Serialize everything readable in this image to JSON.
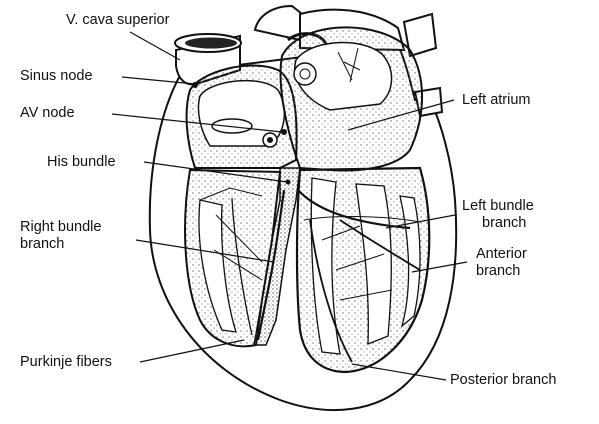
{
  "labels": {
    "vena_cava_superior": "V. cava superior",
    "sinus_node": "Sinus node",
    "av_node": "AV node",
    "his_bundle": "His bundle",
    "right_bundle_branch": {
      "line1": "Right bundle",
      "line2": "branch"
    },
    "purkinje_fibers": "Purkinje fibers",
    "left_atrium": "Left atrium",
    "left_bundle_branch": {
      "line1": "Left bundle",
      "line2": "branch"
    },
    "anterior_branch": {
      "line1": "Anterior",
      "line2": "branch"
    },
    "posterior_branch": "Posterior branch"
  },
  "colors": {
    "ink": "#111111",
    "stipple": "#6b6b6b",
    "background": "#ffffff"
  }
}
